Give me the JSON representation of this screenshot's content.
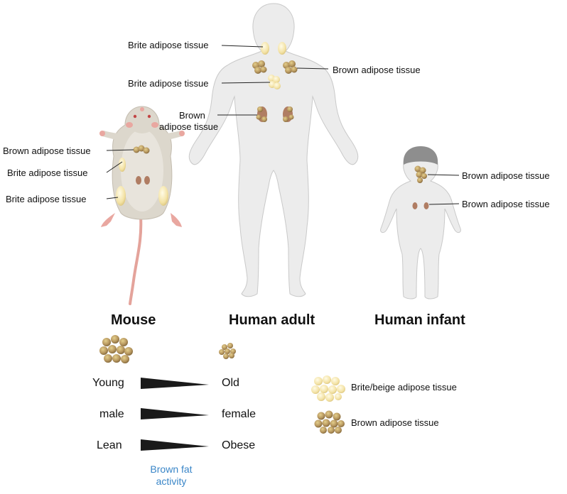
{
  "colors": {
    "body_fill": "#ececec",
    "body_stroke": "#c9c9c9",
    "brite_fat": "#f4e3a6",
    "brown_fat": "#a9875a",
    "kidney": "#b07d63",
    "mouse_fur": "#dcd7cc",
    "mouse_pink": "#e9a7a0",
    "infant_hair": "#8e8e8e",
    "activity_text": "#3a86c8",
    "wedge": "#1a1a1a"
  },
  "adult_labels": {
    "brite_neck": "Brite adipose tissue",
    "brown_shoulder": "Brown adipose tissue",
    "brite_spine": "Brite adipose tissue",
    "brown_kidney_line1": "Brown",
    "brown_kidney_line2": "adipose tissue"
  },
  "mouse_labels": {
    "brown": "Brown adipose tissue",
    "brite_upper": "Brite adipose tissue",
    "brite_lower": "Brite adipose tissue"
  },
  "infant_labels": {
    "brown_upper": "Brown adipose tissue",
    "brown_lower": "Brown adipose tissue"
  },
  "titles": {
    "mouse": "Mouse",
    "adult": "Human adult",
    "infant": "Human infant"
  },
  "comparisons": [
    {
      "left": "Young",
      "right": "Old"
    },
    {
      "left": "male",
      "right": "female"
    },
    {
      "left": "Lean",
      "right": "Obese"
    }
  ],
  "activity_label": {
    "line1": "Brown fat",
    "line2": "activity"
  },
  "legend": [
    {
      "label": "Brite/beige adipose tissue",
      "icon": "brite-fat-cluster-icon"
    },
    {
      "label": "Brown adipose tissue",
      "icon": "brown-fat-cluster-icon"
    }
  ]
}
